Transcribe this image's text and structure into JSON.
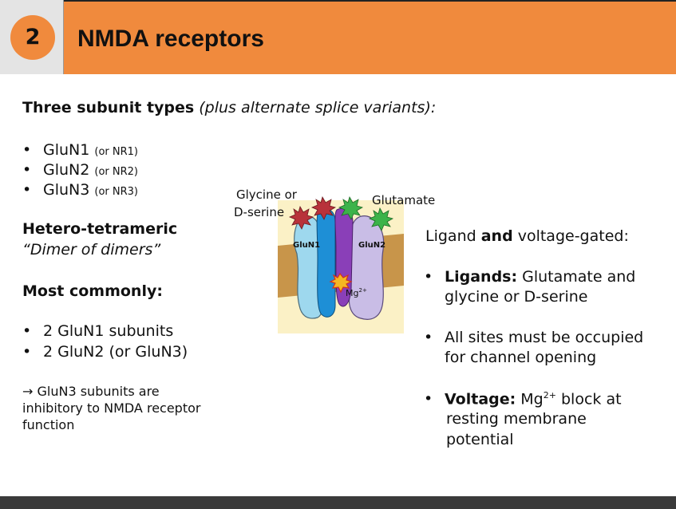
{
  "slide_number": "2",
  "title": "NMDA receptors",
  "intro": {
    "bold": "Three subunit types",
    "italic": "(plus alternate splice variants):"
  },
  "subunits": [
    {
      "name": "GluN1",
      "alt": "(or NR1)"
    },
    {
      "name": "GluN2",
      "alt": "(or NR2)"
    },
    {
      "name": "GluN3",
      "alt": "(or NR3)"
    }
  ],
  "hetero": {
    "heading": "Hetero-tetrameric",
    "quote": "“Dimer of dimers”"
  },
  "most_commonly": {
    "heading": "Most commonly:",
    "items": [
      "2 GluN1 subunits",
      "2 GluN2 (or GluN3)"
    ]
  },
  "note": [
    "→ GluN3 subunits are",
    "inhibitory to NMDA receptor",
    "function"
  ],
  "figure": {
    "label_glycine": [
      "Glycine or",
      "D-serine"
    ],
    "label_glutamate": "Glutamate",
    "label_glun1": "GluN1",
    "label_glun2": "GluN2",
    "label_mg": "Mg",
    "label_mg_sup": "2+"
  },
  "gating": {
    "heading_pre": "Ligand ",
    "heading_bold": "and",
    "heading_post": " voltage-gated:",
    "ligands": {
      "bold": "Ligands:",
      "line1": " Glutamate and",
      "line2": "glycine or D-serine"
    },
    "sites": [
      "All sites must be occupied",
      "for channel opening"
    ],
    "voltage": {
      "bold": "Voltage:",
      "mg": " Mg",
      "sup": "2+",
      "line1": " block at",
      "line2": "resting membrane",
      "line3": "potential"
    }
  },
  "colors": {
    "accent": "#f08a3d",
    "glun1": "#9ed8ee",
    "glun2": "#c9bde6",
    "pore_blue": "#1e8fd6",
    "pore_purple": "#8a3fb8",
    "membrane": "#c8954a",
    "glycine_star": "#b8323a",
    "glutamate_star": "#3cb34a",
    "mg_star": "#f5b623"
  }
}
